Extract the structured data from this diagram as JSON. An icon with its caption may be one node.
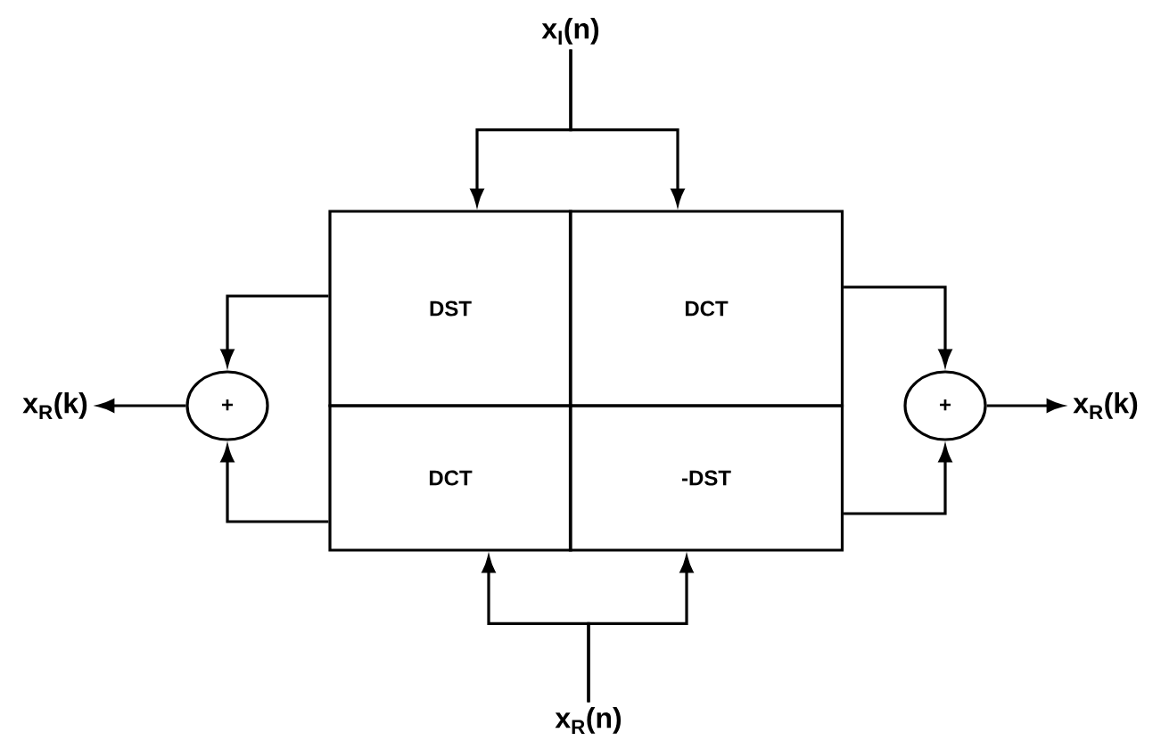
{
  "diagram": {
    "nodes": [
      {
        "text": [
          "x$_{I}$(n)"
        ]
      },
      {
        "text": [
          "x$_{R}$(n)"
        ]
      },
      {
        "text": [
          "DST"
        ]
      },
      {
        "text": [
          "DCT"
        ]
      },
      {
        "text": [
          "DCT"
        ]
      },
      {
        "text": [
          "-DST"
        ]
      },
      {
        "text": [
          "+"
        ]
      },
      {
        "text": [
          "+"
        ]
      },
      {
        "text": [
          "x$_{R}$(k)"
        ]
      },
      {
        "text": [
          "x$_{R}$(k)"
        ]
      }
    ],
    "edges": [
      {
        "from": 0,
        "to": 2,
        "arrow": "to"
      },
      {
        "from": 0,
        "to": 3,
        "arrow": "to"
      },
      {
        "from": 1,
        "to": 4,
        "arrow": "to"
      },
      {
        "from": 1,
        "to": 5,
        "arrow": "to"
      },
      {
        "from": 2,
        "to": 6,
        "arrow": "to"
      },
      {
        "from": 4,
        "to": 6,
        "arrow": "to"
      },
      {
        "from": 3,
        "to": 7,
        "arrow": "to"
      },
      {
        "from": 5,
        "to": 7,
        "arrow": "to"
      },
      {
        "from": 6,
        "to": 8,
        "arrow": "to"
      },
      {
        "from": 7,
        "to": 9,
        "arrow": "to"
      }
    ]
  }
}
